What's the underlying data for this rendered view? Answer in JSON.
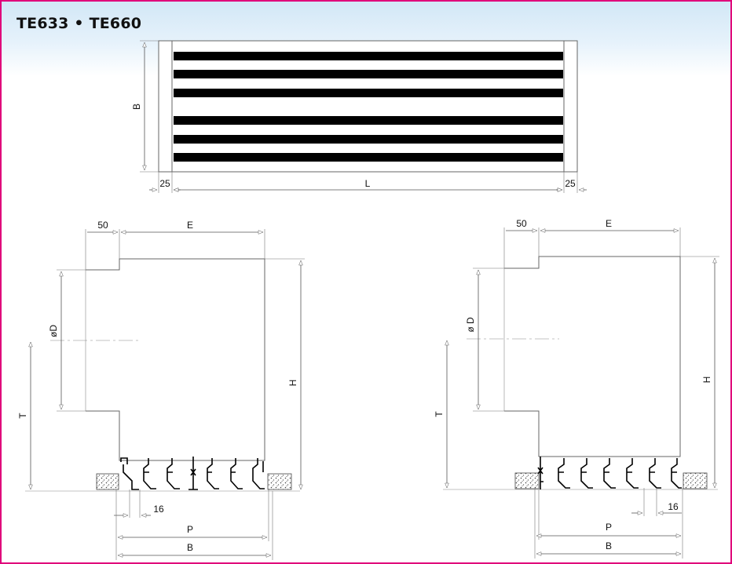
{
  "title": "TE633 • TE660",
  "top_view": {
    "dim_height": "B",
    "dim_length": "L",
    "dim_left_margin": "25",
    "dim_right_margin": "25"
  },
  "section_left": {
    "dim_offset": "50",
    "dim_depth": "E",
    "dim_diameter": "øD",
    "dim_height": "H",
    "dim_axis_height": "T",
    "dim_slot_pitch": "16",
    "dim_inner_width": "P",
    "dim_outer_width": "B"
  },
  "section_right": {
    "dim_offset": "50",
    "dim_depth": "E",
    "dim_diameter": "ø D",
    "dim_height": "H",
    "dim_axis_height": "T",
    "dim_slot_pitch": "16",
    "dim_inner_width": "P",
    "dim_outer_width": "B"
  }
}
